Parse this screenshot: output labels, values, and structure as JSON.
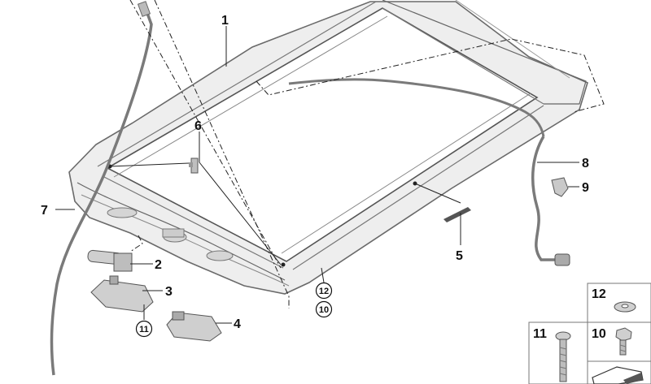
{
  "diagram": {
    "callouts": [
      {
        "id": "c1",
        "label": "1"
      },
      {
        "id": "c2",
        "label": "2"
      },
      {
        "id": "c3",
        "label": "3"
      },
      {
        "id": "c4",
        "label": "4"
      },
      {
        "id": "c5",
        "label": "5"
      },
      {
        "id": "c6",
        "label": "6"
      },
      {
        "id": "c7",
        "label": "7"
      },
      {
        "id": "c8",
        "label": "8"
      },
      {
        "id": "c9",
        "label": "9"
      },
      {
        "id": "c11",
        "label": "11"
      },
      {
        "id": "c12",
        "label": "12"
      },
      {
        "id": "c10",
        "label": "10"
      }
    ],
    "parts_table": {
      "cells": [
        {
          "label": "12"
        },
        {
          "label": "11"
        },
        {
          "label": "10"
        }
      ]
    }
  }
}
